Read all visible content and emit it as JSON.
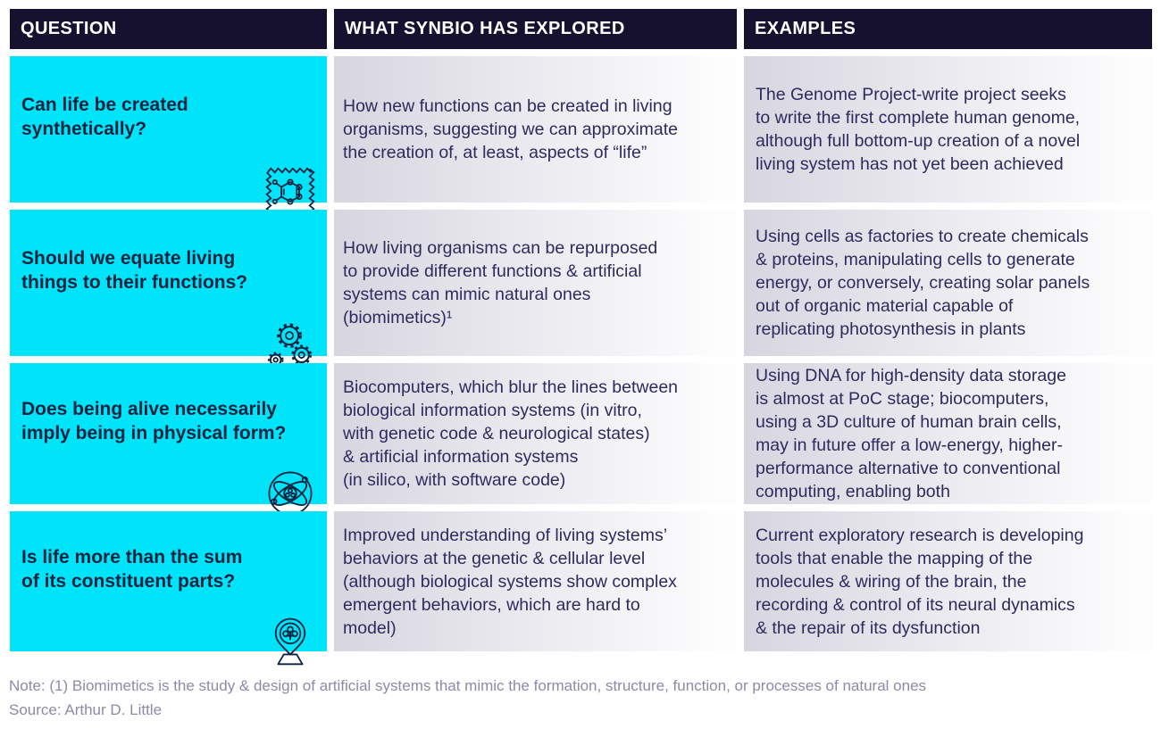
{
  "colors": {
    "header_bg": "#171130",
    "header_text": "#ffffff",
    "question_bg": "#00e4f9",
    "question_text": "#0c2340",
    "body_text": "#2d2b5e",
    "cell_gradient_start": "#d7d6e0",
    "cell_gradient_end": "#fdfdfe",
    "note_text": "#8f89a8"
  },
  "table": {
    "headers": [
      {
        "label": "QUESTION"
      },
      {
        "label": "WHAT SYNBIO HAS EXPLORED"
      },
      {
        "label": "EXAMPLES"
      }
    ],
    "rows": [
      {
        "question": "Can life be created\nsynthetically?",
        "icon": "molecule-stamp-icon",
        "explored": "How new functions can be created in living\norganisms, suggesting we can approximate\nthe creation of, at least, aspects of “life”",
        "example": "The Genome Project-write project seeks\nto write the first complete human genome,\nalthough full bottom-up creation of a novel\nliving system has not yet been achieved"
      },
      {
        "question": "Should we equate living\nthings to their functions?",
        "icon": "gears-icon",
        "explored": "How living organisms can be repurposed\nto provide different functions & artificial\nsystems can mimic natural ones\n(biomimetics)¹",
        "example": "Using cells as factories to create chemicals\n& proteins, manipulating cells to generate\nenergy, or conversely, creating solar panels\nout of organic material capable of\nreplicating photosynthesis in plants"
      },
      {
        "question": "Does being alive necessarily\nimply being in physical form?",
        "icon": "atom-orbit-icon",
        "explored": "Biocomputers, which blur the lines between\nbiological information systems (in vitro,\nwith genetic code & neurological states)\n& artificial information systems\n(in silico, with software code)",
        "example": "Using DNA for high-density data storage\nis almost at PoC stage; biocomputers,\nusing a 3D culture of human brain cells,\nmay in future offer a low-energy, higher-\nperformance alternative to conventional\ncomputing, enabling both"
      },
      {
        "question": "Is life more than the sum\nof its constituent parts?",
        "icon": "map-pin-tree-icon",
        "explored": "Improved understanding of living systems’\nbehaviors at the genetic & cellular level\n(although biological systems show complex\nemergent behaviors, which are hard to\nmodel)",
        "example": "Current exploratory research is developing\ntools that enable the mapping of the\nmolecules & wiring of the brain, the\nrecording & control of its neural dynamics\n& the repair of its dysfunction"
      }
    ]
  },
  "footer": {
    "note": "Note: (1) Biomimetics is the study & design of artificial systems that mimic the formation, structure, function, or processes of natural ones",
    "source": "Source: Arthur D. Little"
  }
}
